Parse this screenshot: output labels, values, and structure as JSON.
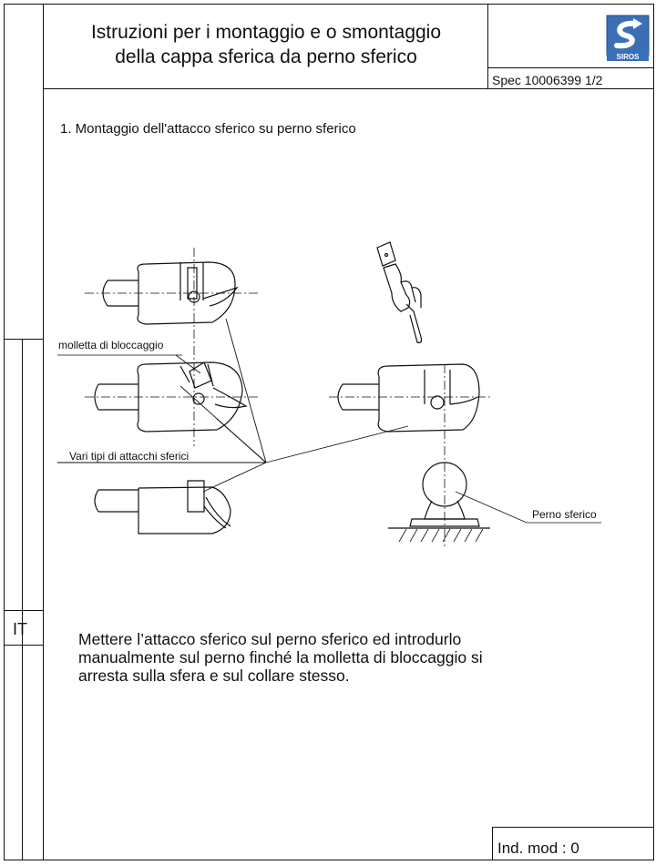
{
  "header": {
    "title_line1": "Istruzioni per i  montaggio e  o smontaggio",
    "title_line2": "della cappa sferica  da  perno  sferico",
    "spec": "Spec  10006399 1/2",
    "logo_text": "SIROS"
  },
  "sidebar": {
    "language": "IT"
  },
  "section": {
    "heading": "1. Montaggio dell'attacco  sferico  su  perno  sferico"
  },
  "figure": {
    "label_clip": "molletta di bloccaggio",
    "label_types": "Vari tipi di attacchi sferici",
    "label_pin": "Perno sferico"
  },
  "instructions": {
    "line1": "Mettere l’attacco sferico sul perno sferico ed introdurlo",
    "line2": "manualmente sul perno finché la molletta di bloccaggio si",
    "line3": "arresta sulla sfera e sul collare stesso."
  },
  "footer": {
    "ind_mod": "Ind. mod : 0"
  },
  "colors": {
    "logo_blue": "#3a6fb5",
    "line": "#111111"
  }
}
